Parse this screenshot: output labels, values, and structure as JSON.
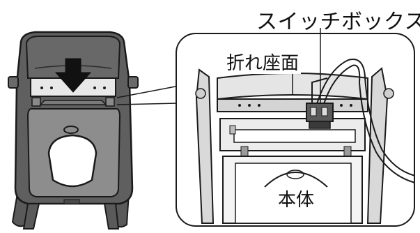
{
  "labels": {
    "switch_box": "スイッチボックス",
    "folding_seat": "折れ座面",
    "main_body": "本体"
  },
  "colors": {
    "frame_fill": "#5f5f5f",
    "frame_dark": "#454545",
    "seat_fill": "#9a9a9a",
    "panel_fill": "#d9d9d9",
    "line": "#1a1a1a"
  },
  "icons": {
    "arrow": "down-arrow-icon"
  }
}
